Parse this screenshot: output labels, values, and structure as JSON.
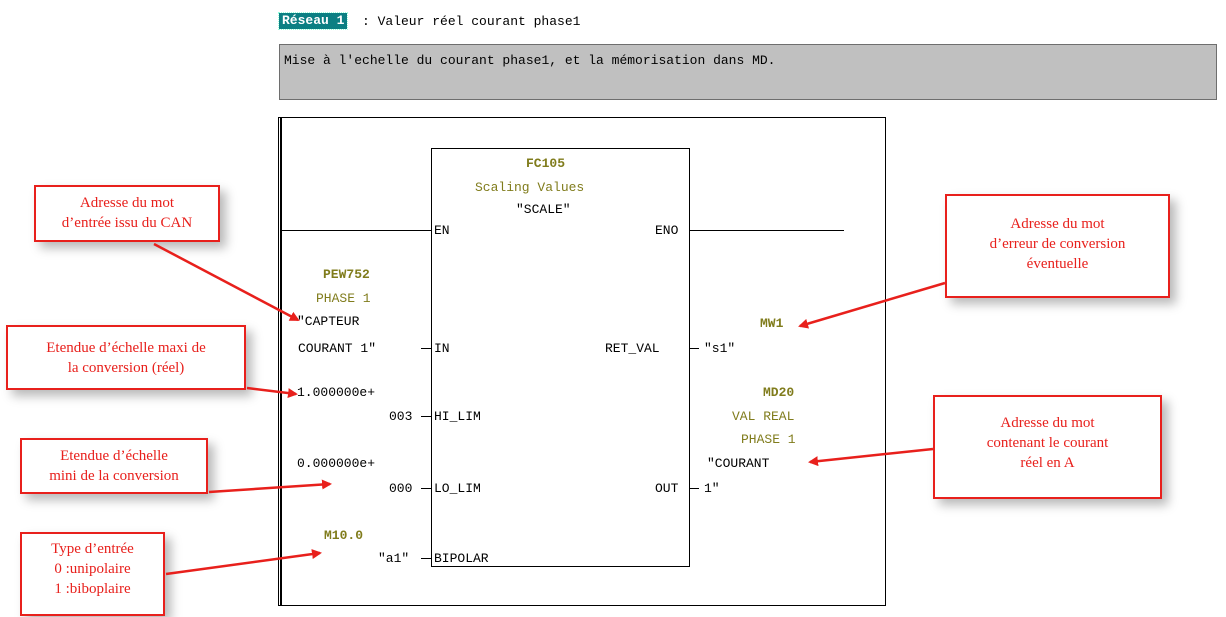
{
  "network": {
    "tag": "Réseau  1",
    "title": ": Valeur réel courant phase1",
    "comment": "Mise à l'echelle du courant phase1, et la mémorisation dans MD."
  },
  "block": {
    "number": "FC105",
    "name": "Scaling Values",
    "symbol": "\"SCALE\"",
    "pins": {
      "en": "EN",
      "eno": "ENO",
      "in": "IN",
      "ret_val": "RET_VAL",
      "hi_lim": "HI_LIM",
      "out": "OUT",
      "lo_lim": "LO_LIM",
      "bipolar": "BIPOLAR"
    }
  },
  "operands": {
    "in_address": "PEW752",
    "in_comment": "PHASE 1",
    "in_symbol_line1": "\"CAPTEUR",
    "in_symbol_line2": "COURANT 1\"",
    "hi_lim_line1": "1.000000e+",
    "hi_lim_line2": "003",
    "lo_lim_line1": "0.000000e+",
    "lo_lim_line2": "000",
    "bipolar_address": "M10.0",
    "bipolar_symbol": "\"a1\"",
    "ret_val_address": "MW1",
    "ret_val_symbol": "\"s1\"",
    "out_address": "MD20",
    "out_comment_line1": "VAL REAL",
    "out_comment_line2": "PHASE 1",
    "out_symbol_line1": "\"COURANT",
    "out_symbol_line2": "1\""
  },
  "annotations": {
    "can_input": [
      "Adresse du mot",
      "d’entrée issu du CAN"
    ],
    "scale_max": [
      "Etendue d’échelle maxi de",
      "la conversion (réel)"
    ],
    "scale_min": [
      "Etendue d’échelle",
      "mini de la conversion"
    ],
    "input_type": [
      "Type d’entrée",
      "0 :unipolaire",
      "1 :biboplaire"
    ],
    "error_word": [
      "Adresse du mot",
      "d’erreur de conversion",
      "éventuelle"
    ],
    "current_word": [
      "Adresse du mot",
      "contenant le courant",
      "réel en A"
    ]
  },
  "colors": {
    "accent_red": "#e8201c",
    "olive": "#807c1c",
    "title_tag_bg": "#0b7f83",
    "comment_bg": "#c0c0c0"
  }
}
